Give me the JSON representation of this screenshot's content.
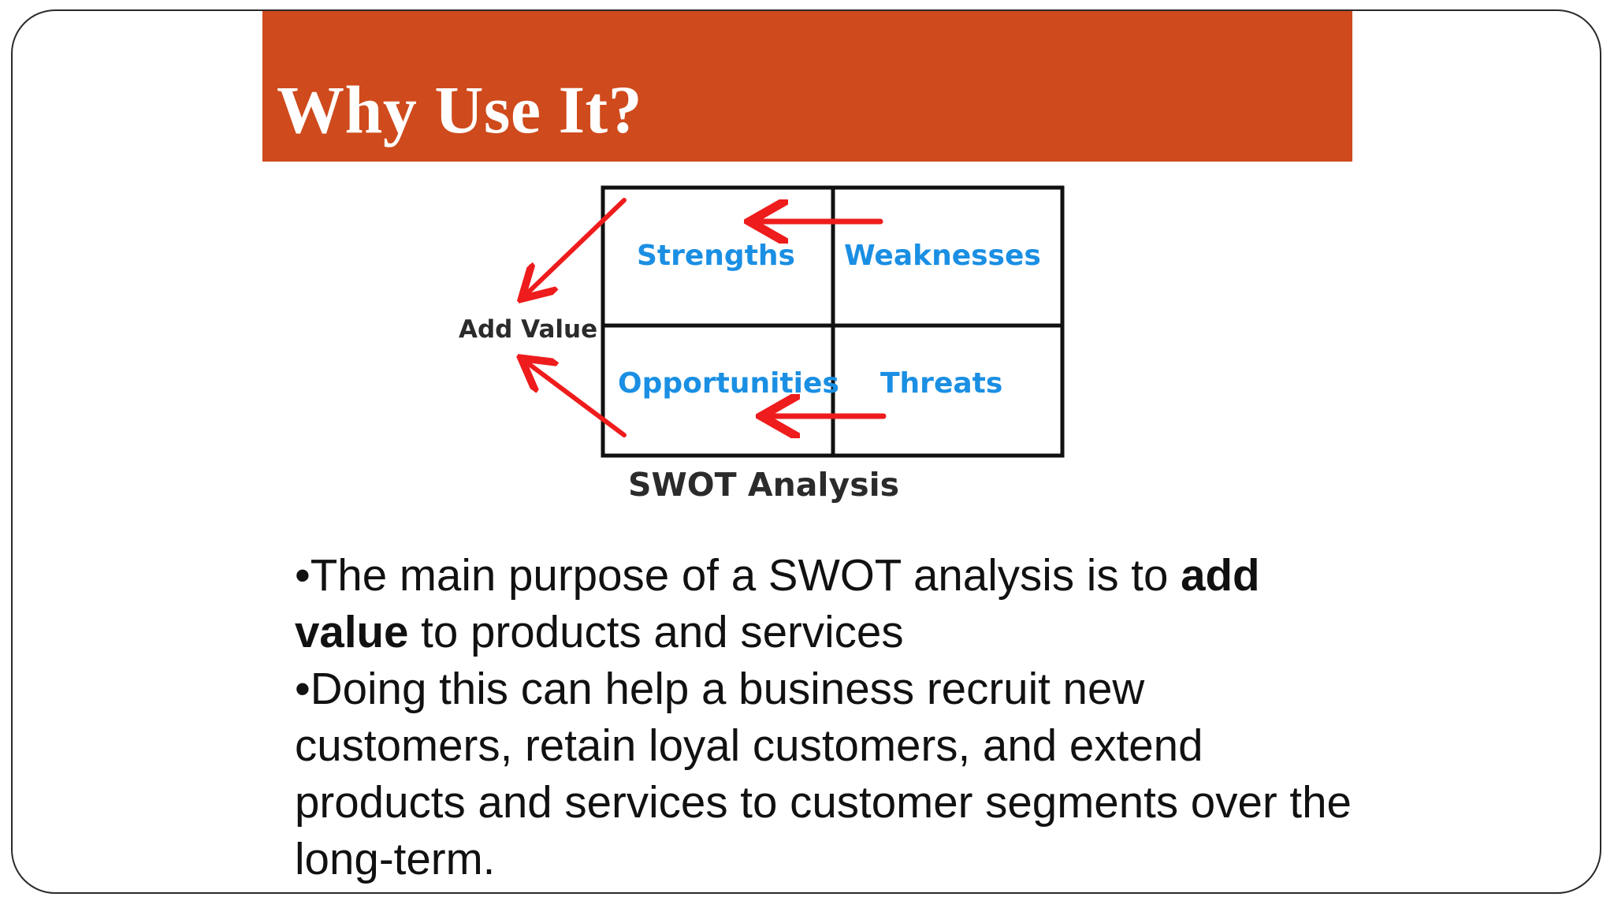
{
  "slide": {
    "title": "Why Use It?",
    "colors": {
      "title_bar": "#cf4a1c",
      "title_text": "#ffffff",
      "quadrant_label": "#1a8fe3",
      "arrow": "#ee1c1c",
      "grid_line": "#111111",
      "diagram_caption": "#2b2b2b"
    }
  },
  "diagram": {
    "quadrants": {
      "strengths": "Strengths",
      "weaknesses": "Weaknesses",
      "opportunities": "Opportunities",
      "threats": "Threats"
    },
    "side_label": "Add Value",
    "caption": "SWOT Analysis"
  },
  "body": {
    "bullets": [
      {
        "bullet": "•",
        "text_before": "The main purpose of a SWOT analysis is to ",
        "bold": "add value",
        "text_after": " to products and services"
      },
      {
        "bullet": "•",
        "text": "Doing this can help a business recruit new customers, retain loyal customers, and extend products and services to customer segments over the long-term."
      }
    ]
  }
}
